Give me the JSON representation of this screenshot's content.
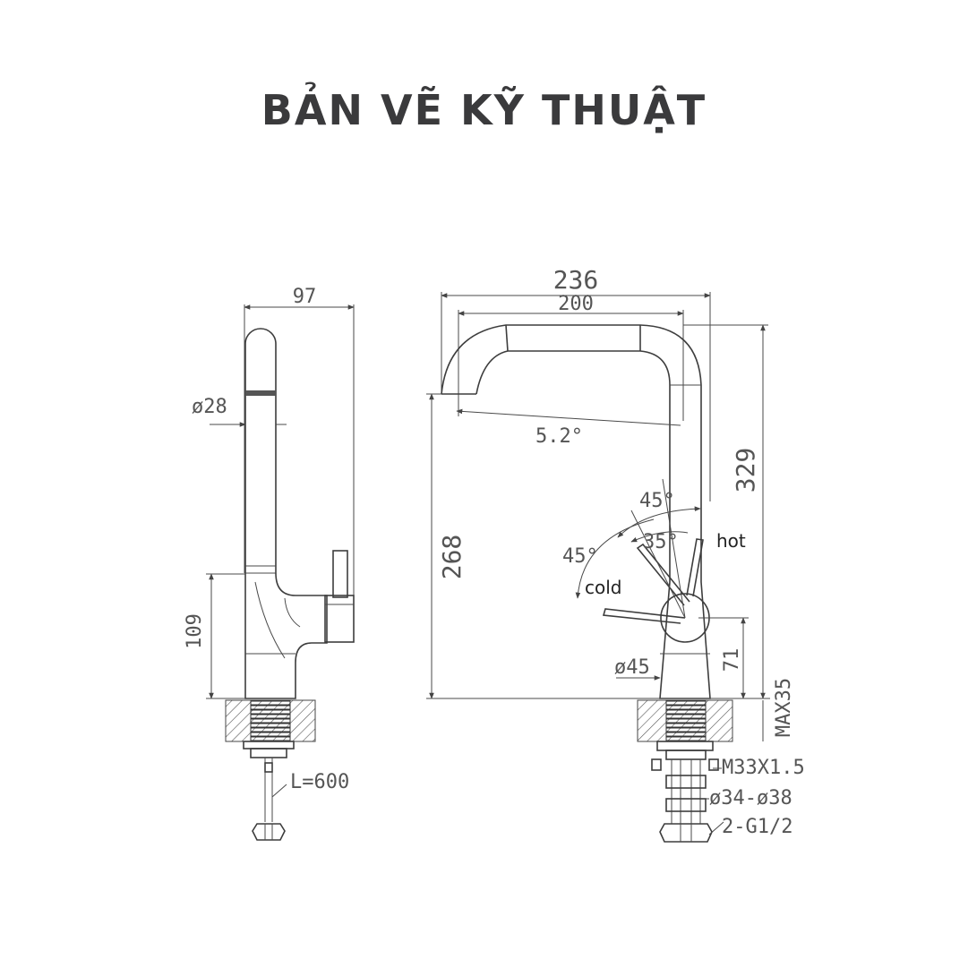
{
  "title": "BẢN VẼ KỸ THUẬT",
  "dimensions": {
    "side_width": "97",
    "pipe_diameter": "ø28",
    "lower_height": "109",
    "connection_hose": "L=600",
    "total_reach": "236",
    "spout_reach": "200",
    "spout_angle": "5.2°",
    "total_height": "329",
    "spout_height": "268",
    "handle_angle_upper": "45°",
    "handle_angle_lower": "45°",
    "handle_angle_inner": "35°",
    "body_diameter": "ø45",
    "handle_height": "71",
    "max_deck_thickness": "MAX35",
    "thread": "M33X1.5",
    "hole_diameter": "ø34-ø38",
    "hose_thread": "2-G1/2"
  },
  "labels": {
    "hot": "hot",
    "cold": "cold"
  },
  "colors": {
    "line": "#3d3d3d",
    "title": "#3a3a3c",
    "hatch": "#555555"
  }
}
